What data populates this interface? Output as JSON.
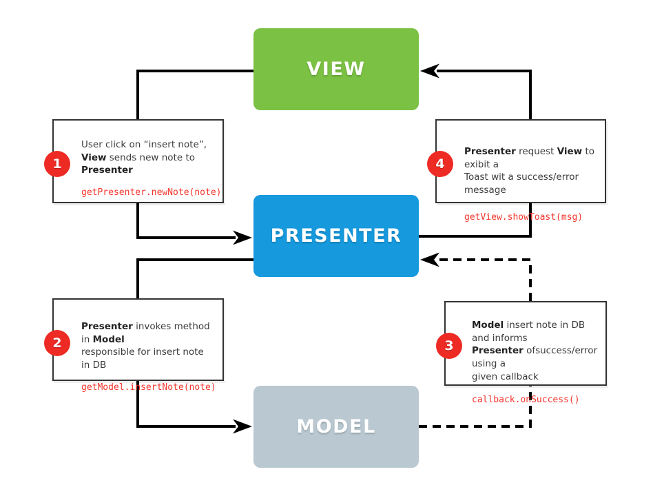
{
  "title": "MVP architecture flow diagram",
  "components": [
    {
      "id": "view",
      "label": "VIEW",
      "color": "#7bc143"
    },
    {
      "id": "presenter",
      "label": "PRESENTER",
      "color": "#1699dd"
    },
    {
      "id": "model",
      "label": "MODEL",
      "color": "#b9c8d1"
    }
  ],
  "notes": [
    {
      "number": "1",
      "segments": [
        {
          "text": "User click on “insert note”,\n",
          "bold": false
        },
        {
          "text": "View",
          "bold": true
        },
        {
          "text": " sends new note to ",
          "bold": false
        },
        {
          "text": "Presenter",
          "bold": true
        }
      ],
      "code": "getPresenter.newNote(note)"
    },
    {
      "number": "2",
      "segments": [
        {
          "text": "Presenter",
          "bold": true
        },
        {
          "text": " invokes method in ",
          "bold": false
        },
        {
          "text": "Model",
          "bold": true
        },
        {
          "text": "\nresponsible for insert note in DB",
          "bold": false
        }
      ],
      "code": "getModel.insertNote(note)"
    },
    {
      "number": "3",
      "segments": [
        {
          "text": "Model",
          "bold": true
        },
        {
          "text": " insert note in DB and informs\n",
          "bold": false
        },
        {
          "text": "Presenter",
          "bold": true
        },
        {
          "text": " ofsuccess/error using a\ngiven callback",
          "bold": false
        }
      ],
      "code": "callback.onSuccess()"
    },
    {
      "number": "4",
      "segments": [
        {
          "text": "Presenter",
          "bold": true
        },
        {
          "text": " request ",
          "bold": false
        },
        {
          "text": "View",
          "bold": true
        },
        {
          "text": " to exibit a\nToast wit a success/error message",
          "bold": false
        }
      ],
      "code": "getView.showToast(msg)"
    }
  ],
  "colors": {
    "badge": "#ee2a24",
    "code_text": "#f2352c",
    "arrow": "#000000",
    "note_border": "#333333",
    "note_text": "#3c3c3c"
  }
}
